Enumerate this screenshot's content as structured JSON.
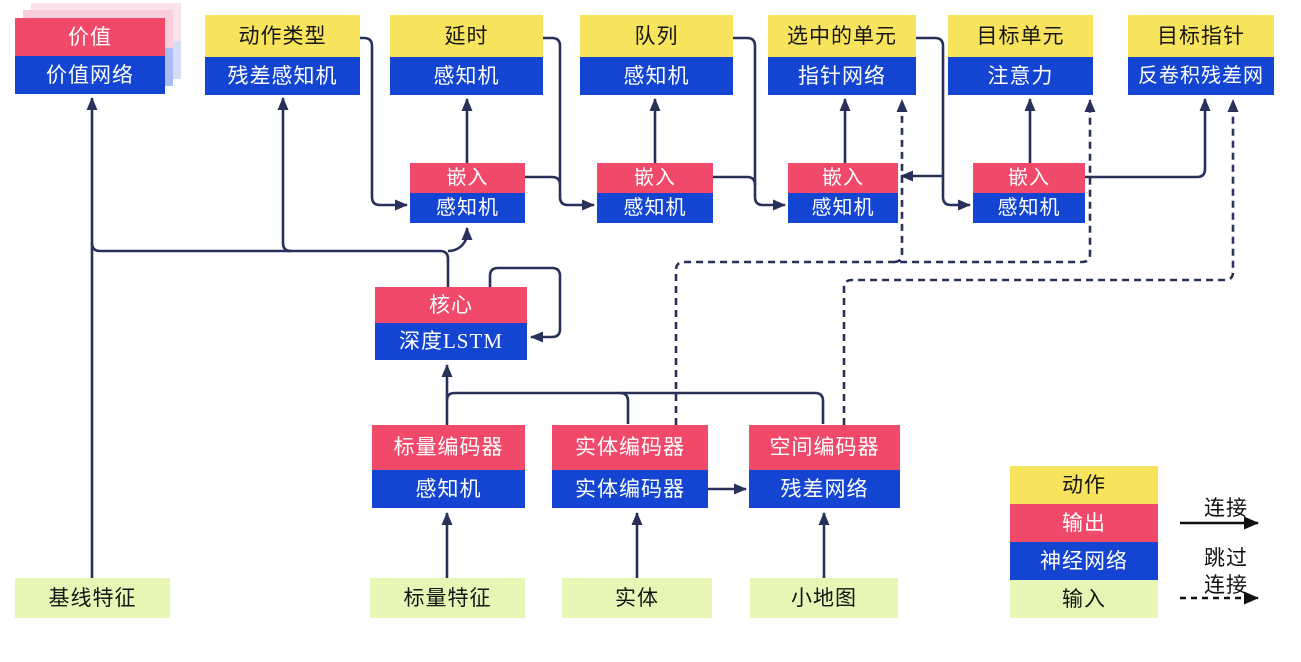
{
  "nodes": {
    "value": {
      "top": "价值",
      "bottom": "价值网络"
    },
    "action_type": {
      "top": "动作类型",
      "bottom": "残差感知机"
    },
    "delay": {
      "top": "延时",
      "bottom": "感知机"
    },
    "queue": {
      "top": "队列",
      "bottom": "感知机"
    },
    "selected_units": {
      "top": "选中的单元",
      "bottom": "指针网络"
    },
    "target_unit": {
      "top": "目标单元",
      "bottom": "注意力"
    },
    "target_point": {
      "top": "目标指针",
      "bottom": "反卷积残差网"
    },
    "embed_1": {
      "top": "嵌入",
      "bottom": "感知机"
    },
    "embed_2": {
      "top": "嵌入",
      "bottom": "感知机"
    },
    "embed_3": {
      "top": "嵌入",
      "bottom": "感知机"
    },
    "embed_4": {
      "top": "嵌入",
      "bottom": "感知机"
    },
    "core": {
      "top": "核心",
      "bottom": "深度LSTM"
    },
    "scalar_encoder": {
      "top": "标量编码器",
      "bottom": "感知机"
    },
    "entity_encoder": {
      "top": "实体编码器",
      "bottom": "实体编码器"
    },
    "spatial_encoder": {
      "top": "空间编码器",
      "bottom": "残差网络"
    },
    "baseline_features": {
      "label": "基线特征"
    },
    "scalar_features": {
      "label": "标量特征"
    },
    "entities": {
      "label": "实体"
    },
    "minimap": {
      "label": "小地图"
    }
  },
  "legend": {
    "items": [
      {
        "label": "动作",
        "color": "#F8E35C"
      },
      {
        "label": "输出",
        "color": "#F0496A"
      },
      {
        "label": "神经网络",
        "color": "#1345D2"
      },
      {
        "label": "输入",
        "color": "#E7F6B4"
      }
    ],
    "connection_label": "连接",
    "skip_connection_label_line1": "跳过",
    "skip_connection_label_line2": "连接"
  },
  "colors": {
    "action_yellow": "#F8E35C",
    "output_red": "#F0496A",
    "network_blue": "#1345D2",
    "input_green": "#E7F6B4",
    "connector_navy": "#273159",
    "legend_arrow_black": "#111111",
    "shadow_pink_1": "#F9CEDD",
    "shadow_blue_1": "#A9BEF0",
    "shadow_pink_2": "#FBE3EC",
    "shadow_blue_2": "#D3DDF7"
  }
}
